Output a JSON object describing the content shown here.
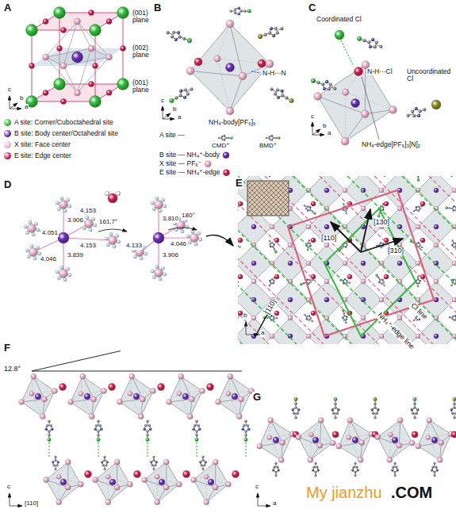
{
  "diagram": {
    "labels": [
      "A",
      "(001) plane",
      "(002) plane",
      "(001) plane",
      "c",
      "b",
      "a",
      "B",
      "N-H···N",
      "NH₄-body[PF₆]₆",
      "A site —",
      "CMD⁺",
      "BMD⁺",
      "B site — NH₄⁺-body",
      "X site — PF₆⁻",
      "E site — NH₄⁺-edge",
      "c",
      "b",
      "a",
      "C",
      "Coordinated Cl",
      "N-H···Cl",
      "Uncoordinated Cl",
      "NH₄-edge[PF₆]₃[N]₂",
      "c",
      "b",
      "a",
      "D",
      "4.051",
      "3.906",
      "4.153",
      "161.7°",
      "3.810",
      "180°",
      "4.046",
      "3.839",
      "4.153",
      "4.133",
      "4.046",
      "3.906",
      "E",
      "[110]",
      "[130]",
      "[310]",
      "Cl line",
      "NH₄⁺-edge line",
      "[110]",
      "b",
      "a",
      "F",
      "12.8°",
      "c",
      "[110]",
      "G",
      "c",
      "a",
      "My jianzhu",
      ".COM"
    ],
    "legend": [
      {
        "text": "A site: Corner/Cuboctahedral site",
        "color": "#2fbf3a"
      },
      {
        "text": "B site: Body center/Octahedral site",
        "color": "#6a2fb8"
      },
      {
        "text": "X site: Face center",
        "color": "#f2b3cf"
      },
      {
        "text": "E site: Edge center",
        "color": "#d6204e"
      }
    ]
  }
}
